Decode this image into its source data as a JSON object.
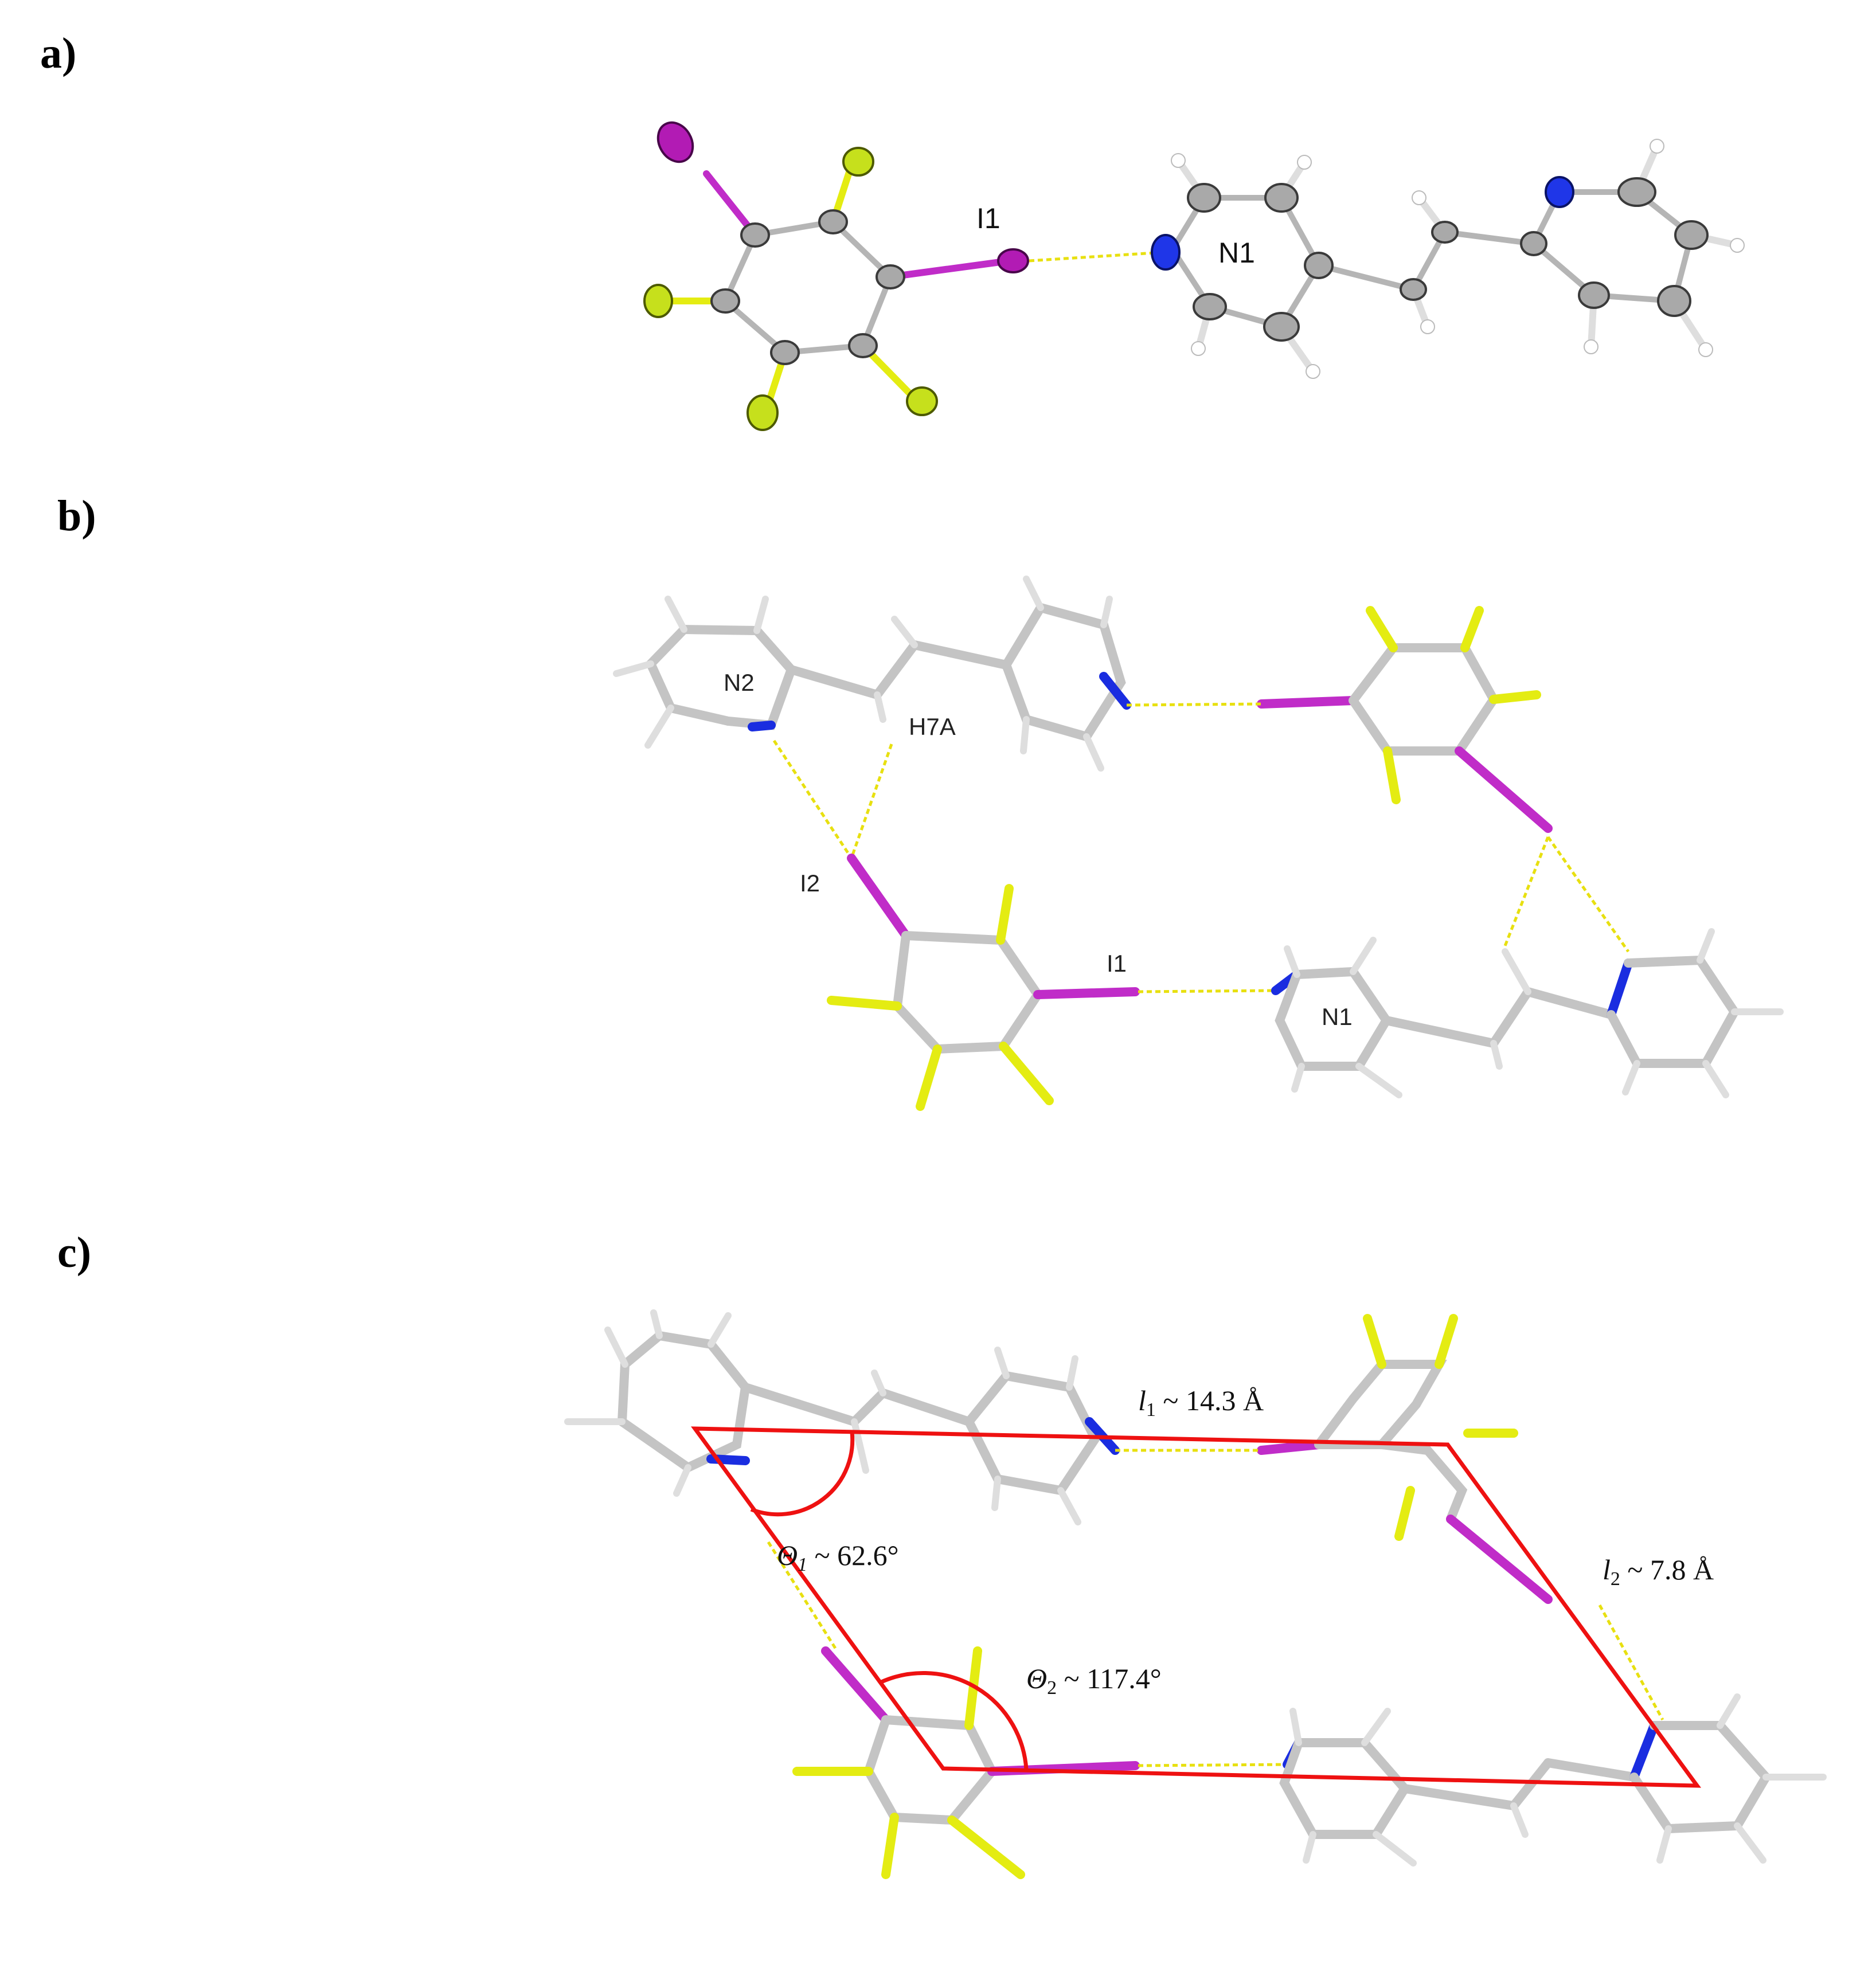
{
  "panels": [
    {
      "id": "a",
      "label": "a)",
      "atoms": [
        "I1",
        "N1"
      ]
    },
    {
      "id": "b",
      "label": "b)",
      "atoms": [
        "N2",
        "H7A",
        "I2",
        "I1",
        "N1"
      ]
    },
    {
      "id": "c",
      "label": "c)"
    }
  ],
  "measurements": {
    "l1": {
      "symbol": "l",
      "sub": "1",
      "text": " ~ 14.3 Å"
    },
    "l2": {
      "symbol": "l",
      "sub": "2",
      "text": " ~ 7.8 Å"
    },
    "theta1": {
      "symbol": "Θ",
      "sub": "1",
      "text": " ~ 62.6°"
    },
    "theta2": {
      "symbol": "Θ",
      "sub": "2",
      "text": " ~ 117.4°"
    }
  },
  "colors": {
    "carbon": "#c4c4c4",
    "fluorine": "#e4ec12",
    "iodine": "#c02cc8",
    "nitrogen": "#1a2de0",
    "hydrogen": "#ffffff",
    "halogen_bond": "#e8e010",
    "unit_cell": "#ee1111"
  }
}
